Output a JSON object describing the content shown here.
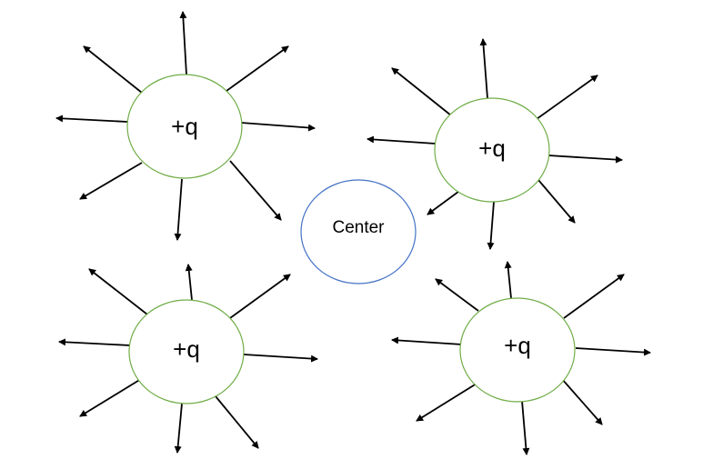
{
  "diagram": {
    "charges": [
      {
        "label": "+q"
      },
      {
        "label": "+q"
      },
      {
        "label": "+q"
      },
      {
        "label": "+q"
      }
    ],
    "center": {
      "label": "Center"
    },
    "colors": {
      "charge_outline": "#70AD47",
      "center_outline": "#4472C4",
      "arrow": "#000000",
      "text": "#000000"
    }
  }
}
